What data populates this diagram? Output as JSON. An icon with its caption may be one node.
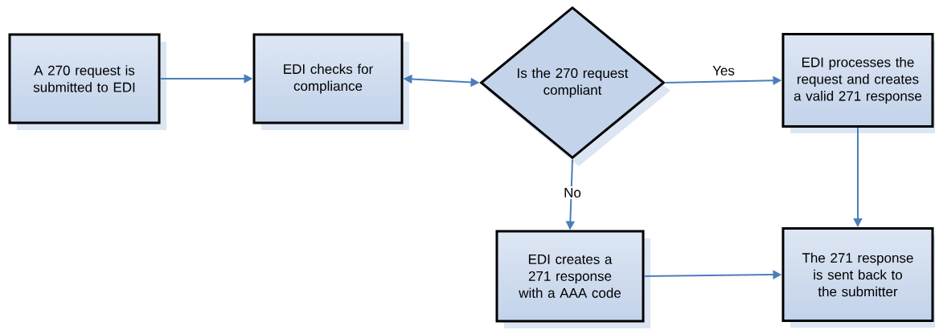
{
  "diagram": {
    "nodes": [
      {
        "text": [
          "A 270 request is submitted to EDI"
        ]
      },
      {
        "text": [
          "EDI checks for compliance"
        ]
      },
      {
        "text": [
          "Is the 270 request compliant"
        ]
      },
      {
        "text": [
          "EDI processes the request and creates a valid 271 response"
        ]
      },
      {
        "text": [
          "EDI creates a 271 response with a AAA code"
        ]
      },
      {
        "text": [
          "The 271 response is sent back to the submitter"
        ]
      }
    ],
    "edges": [
      {
        "from": 0,
        "to": 1,
        "arrow": "to"
      },
      {
        "from": 1,
        "to": 2,
        "arrow": "both"
      },
      {
        "from": 2,
        "to": 3,
        "arrow": "to",
        "label": "Yes"
      },
      {
        "from": 2,
        "to": 4,
        "arrow": "to",
        "label": "No"
      },
      {
        "from": 3,
        "to": 5,
        "arrow": "to"
      },
      {
        "from": 4,
        "to": 5,
        "arrow": "to"
      }
    ]
  }
}
